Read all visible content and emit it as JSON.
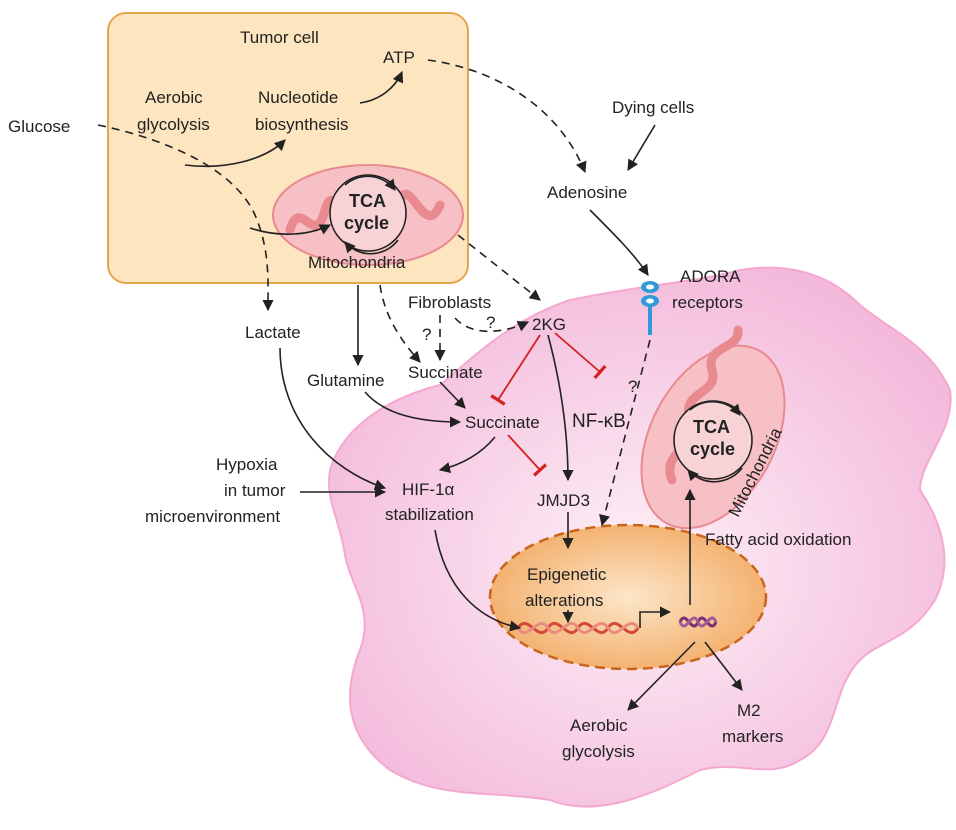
{
  "labels": {
    "tumor_cell": "Tumor cell",
    "atp": "ATP",
    "aerobic_glycolysis_top_1": "Aerobic",
    "aerobic_glycolysis_top_2": "glycolysis",
    "nucleotide_1": "Nucleotide",
    "nucleotide_2": "biosynthesis",
    "glucose": "Glucose",
    "tca_1": "TCA",
    "tca_2": "cycle",
    "mitochondria": "Mitochondria",
    "dying_cells": "Dying cells",
    "adenosine": "Adenosine",
    "adora_1": "ADORA",
    "adora_2": "receptors",
    "fibroblasts": "Fibroblasts",
    "question": "?",
    "two_kg": "2KG",
    "lactate": "Lactate",
    "succinate": "Succinate",
    "glutamine": "Glutamine",
    "nfkb": "NF-κB",
    "hypoxia_1": "Hypoxia",
    "hypoxia_2": "in tumor",
    "hypoxia_3": "microenvironment",
    "hif_1": "HIF-1α",
    "hif_2": "stabilization",
    "jmjd3": "JMJD3",
    "fatty_acid": "Fatty acid oxidation",
    "epigenetic_1": "Epigenetic",
    "epigenetic_2": "alterations",
    "aerobic_glycolysis_bottom_1": "Aerobic",
    "aerobic_glycolysis_bottom_2": "glycolysis",
    "m2_1": "M2",
    "m2_2": "markers"
  },
  "colors": {
    "tumor_cell_fill": "#fde5c0",
    "tumor_cell_stroke": "#e5a54f",
    "macrophage_fill": "#f7c8e4",
    "macrophage_stroke": "#f5a8cf",
    "mito_fill": "#f6c0c4",
    "mito_inner": "#e88a90",
    "nucleus_fill": "#f5b978",
    "nucleus_stroke": "#c8651b",
    "inhibition": "#d42020",
    "receptor": "#2e9bd8",
    "dna_red": "#d6473b",
    "dna_purple": "#7a3070"
  }
}
